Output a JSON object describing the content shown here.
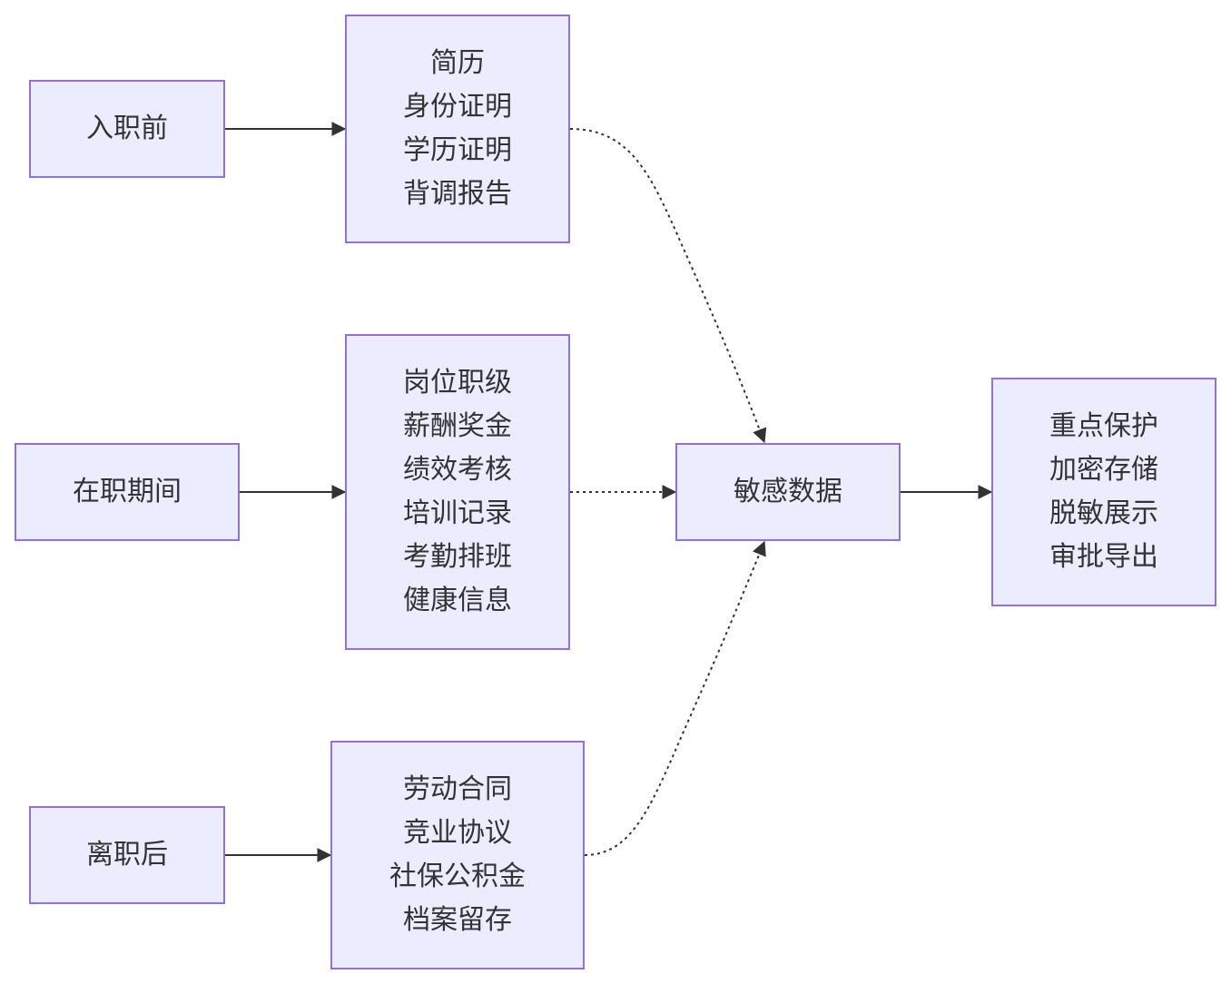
{
  "nodes": {
    "pre_hire": {
      "lines": [
        "入职前"
      ]
    },
    "pre_hire_docs": {
      "lines": [
        "简历",
        "身份证明",
        "学历证明",
        "背调报告"
      ]
    },
    "employed": {
      "lines": [
        "在职期间"
      ]
    },
    "employed_docs": {
      "lines": [
        "岗位职级",
        "薪酬奖金",
        "绩效考核",
        "培训记录",
        "考勤排班",
        "健康信息"
      ]
    },
    "post_exit": {
      "lines": [
        "离职后"
      ]
    },
    "post_exit_docs": {
      "lines": [
        "劳动合同",
        "竞业协议",
        "社保公积金",
        "档案留存"
      ]
    },
    "sensitive": {
      "lines": [
        "敏感数据"
      ]
    },
    "protection": {
      "lines": [
        "重点保护",
        "加密存储",
        "脱敏展示",
        "审批导出"
      ]
    }
  },
  "edges": [
    {
      "from": "pre_hire",
      "to": "pre_hire_docs",
      "style": "solid"
    },
    {
      "from": "employed",
      "to": "employed_docs",
      "style": "solid"
    },
    {
      "from": "post_exit",
      "to": "post_exit_docs",
      "style": "solid"
    },
    {
      "from": "pre_hire_docs",
      "to": "sensitive",
      "style": "dotted"
    },
    {
      "from": "employed_docs",
      "to": "sensitive",
      "style": "dotted"
    },
    {
      "from": "post_exit_docs",
      "to": "sensitive",
      "style": "dotted"
    },
    {
      "from": "sensitive",
      "to": "protection",
      "style": "solid"
    }
  ],
  "colors": {
    "node_fill": "#ececff",
    "node_border": "#9370db",
    "edge": "#333333",
    "text": "#333333"
  }
}
